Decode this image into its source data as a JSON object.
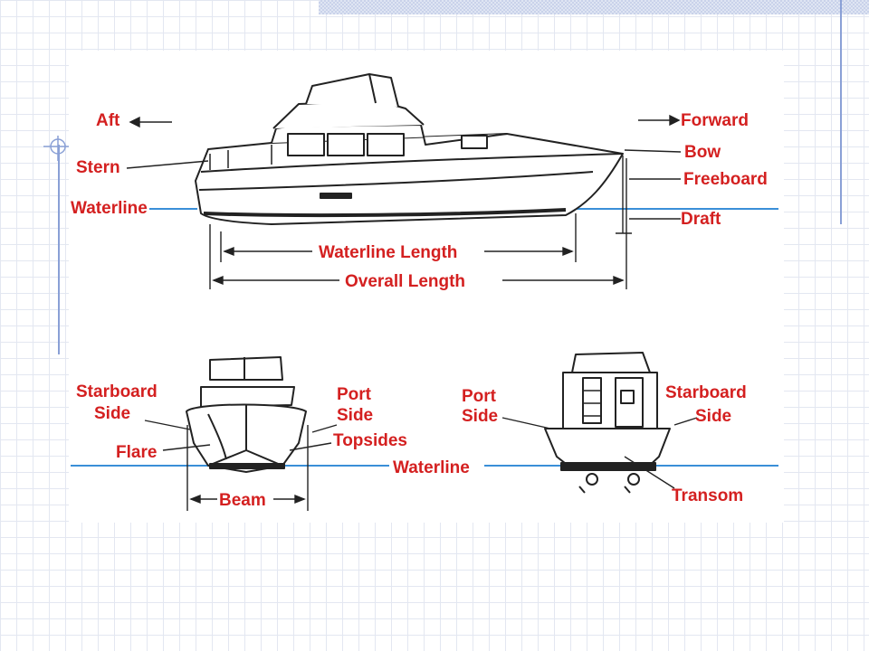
{
  "labels": {
    "aft": "Aft",
    "forward": "Forward",
    "bow": "Bow",
    "stern": "Stern",
    "freeboard": "Freeboard",
    "waterline_side": "Waterline",
    "draft": "Draft",
    "waterline_length": "Waterline Length",
    "overall_length": "Overall Length",
    "starboard_side_front_1": "Starboard",
    "starboard_side_front_2": "Side",
    "port_side_front_1": "Port",
    "port_side_front_2": "Side",
    "flare": "Flare",
    "topsides": "Topsides",
    "waterline_bottom": "Waterline",
    "beam": "Beam",
    "port_side_rear_1": "Port",
    "port_side_rear_2": "Side",
    "starboard_side_rear_1": "Starboard",
    "starboard_side_rear_2": "Side",
    "transom": "Transom"
  },
  "colors": {
    "label": "#d42020",
    "water": "#3a8fd8",
    "ink": "#222222",
    "slide_grid": "#e3e7f1",
    "slide_accent": "#8aa0d6"
  }
}
